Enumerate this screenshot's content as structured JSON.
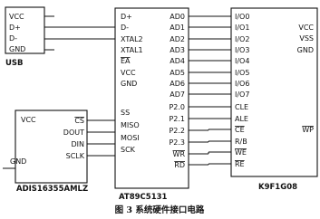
{
  "usb": {
    "name": "USB",
    "pins": [
      "VCC",
      "D+",
      "D-",
      "GND"
    ]
  },
  "mcu": {
    "name": "AT89C5131",
    "left_pins": [
      "D+",
      "D-",
      "XTAL2",
      "XTAL1",
      "EA",
      "VCC",
      "GND",
      "SS",
      "MISO",
      "MOSI",
      "SCK"
    ],
    "right_pins": [
      "AD0",
      "AD1",
      "AD2",
      "AD3",
      "AD4",
      "AD5",
      "AD6",
      "AD7",
      "P2.0",
      "P2.1",
      "P2.2",
      "P2.3",
      "WR",
      "RD"
    ],
    "overlined": [
      "EA",
      "WR",
      "RD"
    ]
  },
  "flash": {
    "name": "K9F1G08",
    "left_pins": [
      "I/O0",
      "I/O1",
      "I/O2",
      "I/O3",
      "I/O4",
      "I/O5",
      "I/O6",
      "I/O7",
      "CLE",
      "ALE",
      "CE",
      "R/B",
      "WE",
      "RE"
    ],
    "right_pins": [
      "VCC",
      "VSS",
      "GND",
      "WP"
    ],
    "overlined": [
      "CE",
      "WE",
      "RE",
      "WP"
    ]
  },
  "sensor": {
    "name": "ADIS16355AMLZ",
    "left_pins": [
      "VCC",
      "GND"
    ],
    "right_pins": [
      "CS",
      "DOUT",
      "DIN",
      "SCLK"
    ],
    "overlined": [
      "CS"
    ]
  },
  "caption": "图 3   系统硬件接口电路"
}
